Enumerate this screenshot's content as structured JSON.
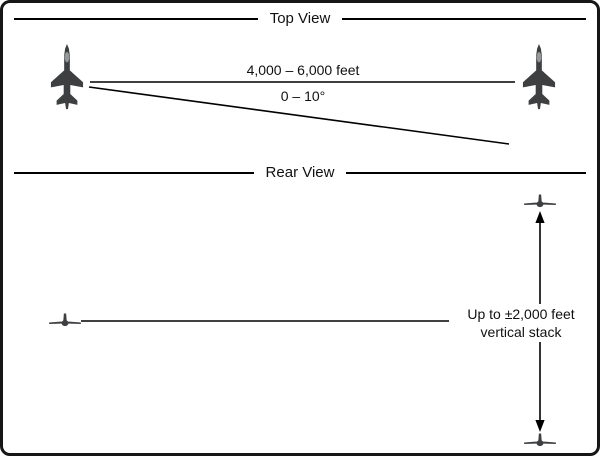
{
  "top_view": {
    "title": "Top View",
    "distance_label": "4,000 – 6,000 feet",
    "angle_label": "0 – 10°"
  },
  "rear_view": {
    "title": "Rear View",
    "stack_label_line1": "Up to ±2,000 feet",
    "stack_label_line2": "vertical stack"
  },
  "colors": {
    "line": "#000000",
    "border": "#161616",
    "aircraft": "#3d3f41",
    "canopy": "#95979a",
    "background": "#ffffff",
    "text": "#111111"
  }
}
